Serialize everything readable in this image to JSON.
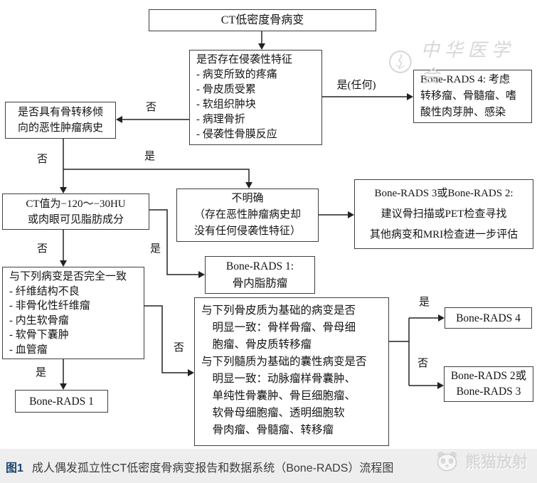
{
  "figure": {
    "caption_label": "图1",
    "caption_text": "成人偶发孤立性CT低密度骨病变报告和数据系统（Bone-RADS）流程图"
  },
  "watermarks": {
    "cma_text": "中华医学会",
    "panda_text": "熊猫放射"
  },
  "flowchart": {
    "line_color": "#222222",
    "nodes": {
      "ct_lesion": "CT低密度骨病变",
      "aggressive_features": "是否存在侵袭性特征\n- 病变所致的疼痛\n- 骨皮质受累\n- 软组织肿块\n- 病理骨折\n- 侵袭性骨膜反应",
      "rads4_consider": "Bone-RADS 4: 考虑\n转移瘤、骨髓瘤、嗜\n酸性肉芽肿、感染",
      "met_history": "是否具有骨转移倾\n向的恶性肿瘤病史",
      "ct_fat": "CT值为−120～−30HU\n或肉眼可见脂肪成分",
      "indeterminate": "不明确\n（存在恶性肿瘤病史却\n没有任何侵袭性特征）",
      "rads3_or_2": "Bone-RADS 3或Bone-RADS 2:\n建议骨扫描或PET检查寻找\n其他病变和MRI检查进一步评估",
      "rads1_lipoma": "Bone-RADS 1:\n骨内脂肪瘤",
      "benign_list": "与下列病变是否完全一致\n- 纤维结构不良\n- 非骨化性纤维瘤\n- 内生软骨瘤\n- 软骨下囊肿\n- 血管瘤",
      "rads1": "Bone-RADS 1",
      "cortical_medullary": "与下列骨皮质为基础的病变是否\n　明显一致：骨样骨瘤、骨母细\n　胞瘤、骨皮质转移瘤\n与下列髓质为基础的囊性病变是否\n　明显一致：动脉瘤样骨囊肿、\n　单纯性骨囊肿、骨巨细胞瘤、\n　软骨母细胞瘤、透明细胞软\n　骨肉瘤、骨髓瘤、转移瘤",
      "rads4": "Bone-RADS 4",
      "rads2_or_3": "Bone-RADS 2或\nBone-RADS 3"
    },
    "labels": {
      "yes_any": "是(任何)",
      "no_to_history": "否",
      "no_below_history": "否",
      "yes_to_indeterminate": "是",
      "no_below_ct": "否",
      "yes_to_lipoma": "是",
      "yes_below_benign": "是",
      "no_to_match": "否",
      "yes_to_rads4": "是",
      "no_to_rads23": "否"
    }
  }
}
